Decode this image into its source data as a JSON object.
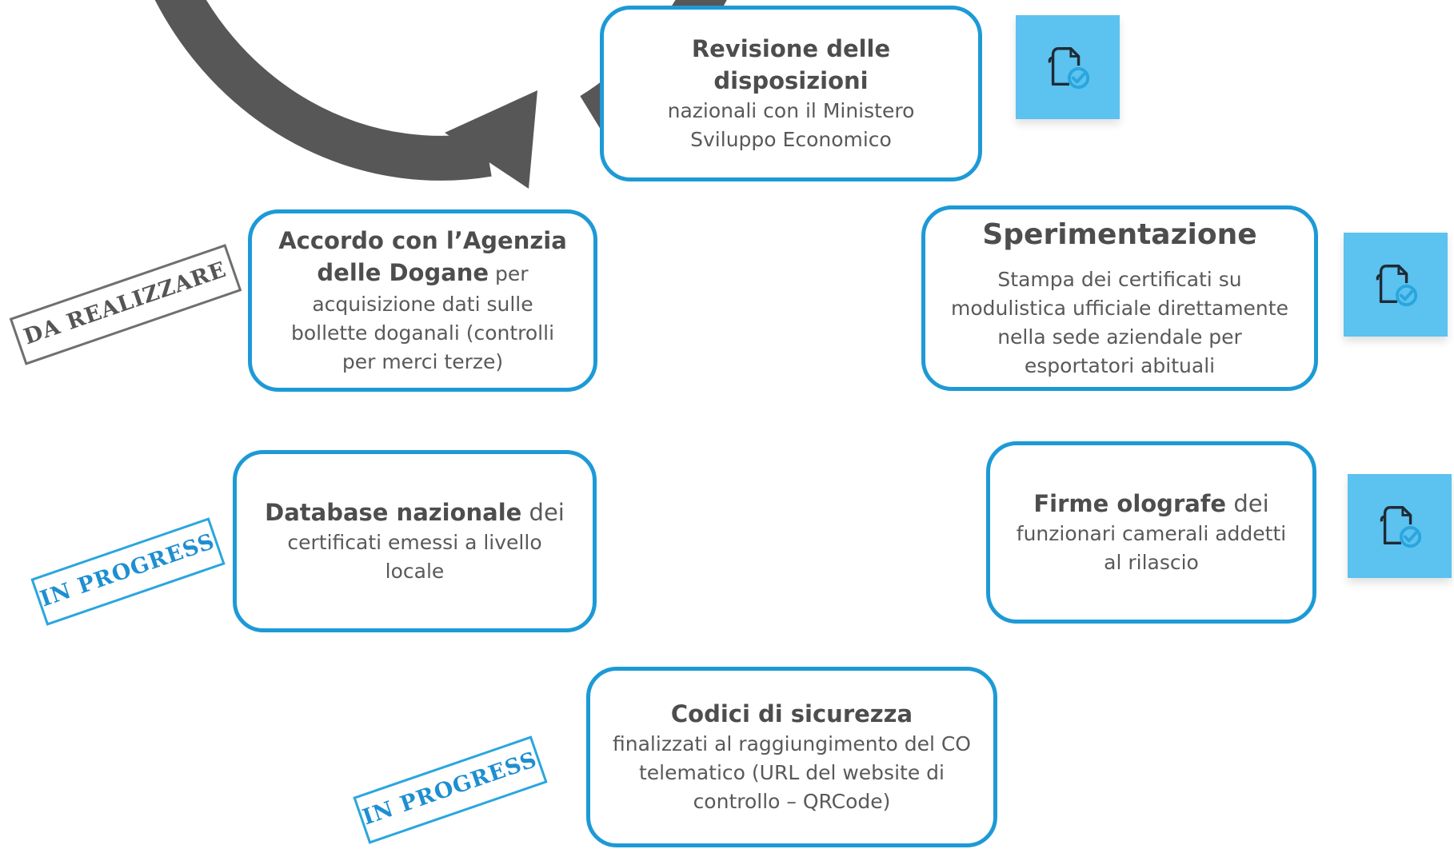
{
  "colors": {
    "accent": "#1d9ad6",
    "ring": "#575757",
    "tile": "#5cc2ef",
    "stamp_gray": "#6f6f6f",
    "stamp_blue": "#2aa6de"
  },
  "steps": {
    "revisione": {
      "title": "Revisione delle disposizioni",
      "line1": "nazionali con il Ministero",
      "line2": "Sviluppo Economico"
    },
    "sperimentazione": {
      "title": "Sperimentazione",
      "line1": "Stampa dei certificati su",
      "line2": "modulistica ufficiale direttamente",
      "line3": "nella sede aziendale per",
      "line4": "esportatori abituali"
    },
    "firme": {
      "title": "Firme olografe",
      "title_suffix": " dei",
      "line1": "funzionari camerali addetti",
      "line2": "al rilascio"
    },
    "codici": {
      "title": "Codici di sicurezza",
      "line1": "finalizzati al raggiungimento del CO",
      "line2": "telematico (URL del website di",
      "line3": "controllo – QRCode)"
    },
    "database": {
      "title": "Database nazionale",
      "title_suffix": " dei",
      "line1": "certificati emessi a livello",
      "line2": "locale"
    },
    "accordo": {
      "title_line1": "Accordo con l’Agenzia",
      "title_line2": "delle Dogane",
      "title_suffix": " per",
      "line1": "acquisizione dati sulle",
      "line2": "bollette doganali (controlli",
      "line3": "per merci terze)"
    }
  },
  "stamps": {
    "da_realizzare": "DA REALIZZARE",
    "in_progress_database": "IN PROGRESS",
    "in_progress_codici": "IN PROGRESS"
  },
  "icons": [
    "document-check-icon",
    "document-check-icon",
    "document-check-icon"
  ]
}
